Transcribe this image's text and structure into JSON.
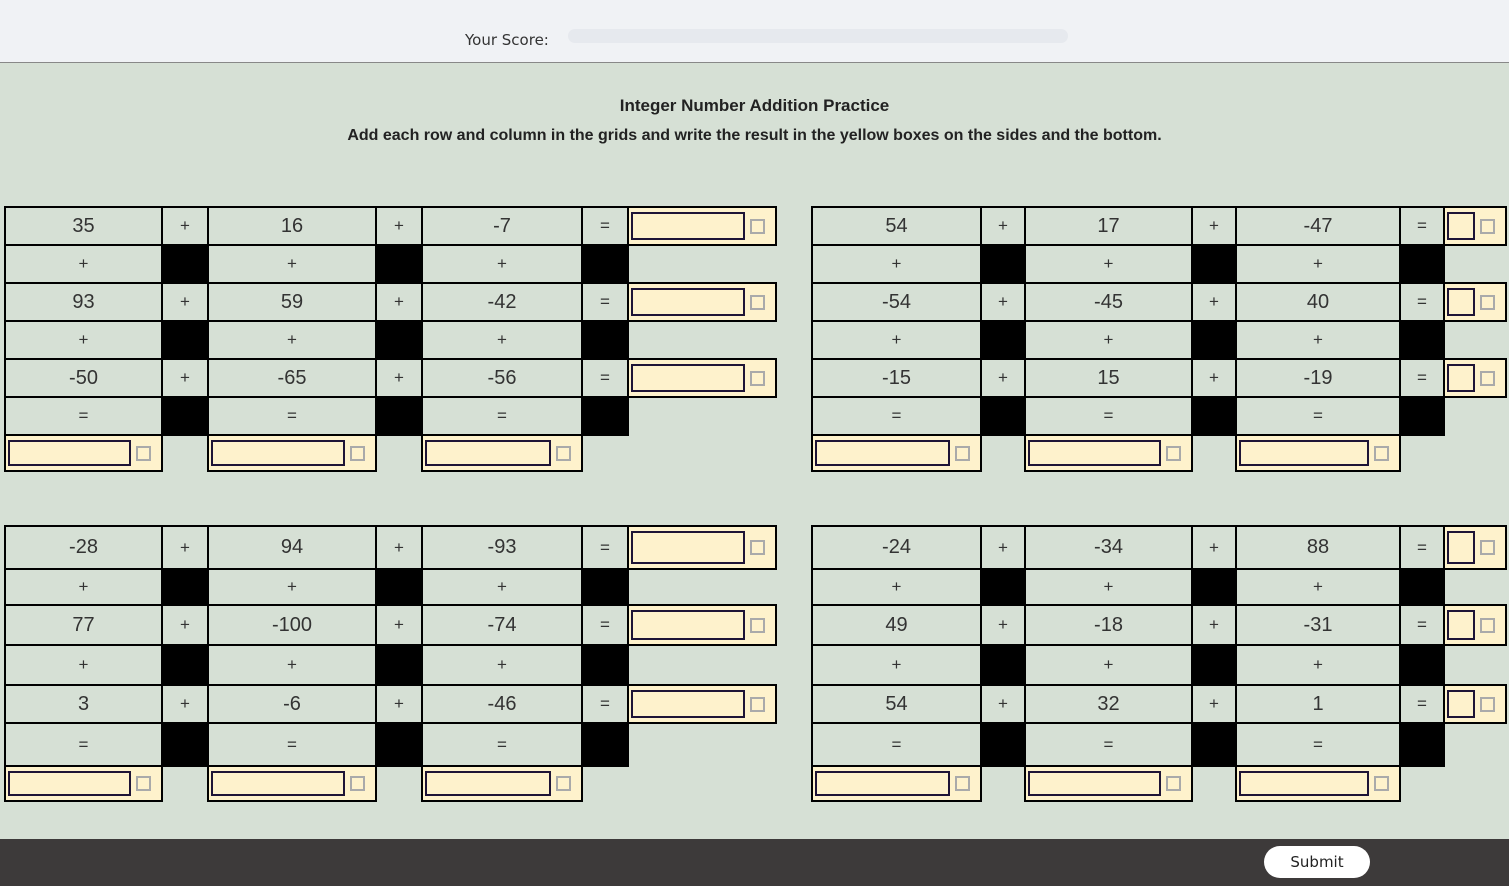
{
  "header": {
    "score_label": "Your Score:",
    "score_progress": 0
  },
  "title": "Integer Number Addition Practice",
  "instructions": "Add each row and column in the grids and write the result in the yellow boxes on the sides and the bottom.",
  "operators": {
    "plus": "+",
    "equals": "="
  },
  "grids": [
    {
      "rows": [
        [
          35,
          16,
          -7
        ],
        [
          93,
          59,
          -42
        ],
        [
          -50,
          -65,
          -56
        ]
      ]
    },
    {
      "rows": [
        [
          54,
          17,
          -47
        ],
        [
          -54,
          -45,
          40
        ],
        [
          -15,
          15,
          -19
        ]
      ]
    },
    {
      "rows": [
        [
          -28,
          94,
          -93
        ],
        [
          77,
          -100,
          -74
        ],
        [
          3,
          -6,
          -46
        ]
      ]
    },
    {
      "rows": [
        [
          -24,
          -34,
          88
        ],
        [
          49,
          -18,
          -31
        ],
        [
          54,
          32,
          1
        ]
      ]
    }
  ],
  "footer": {
    "submit_label": "Submit"
  }
}
